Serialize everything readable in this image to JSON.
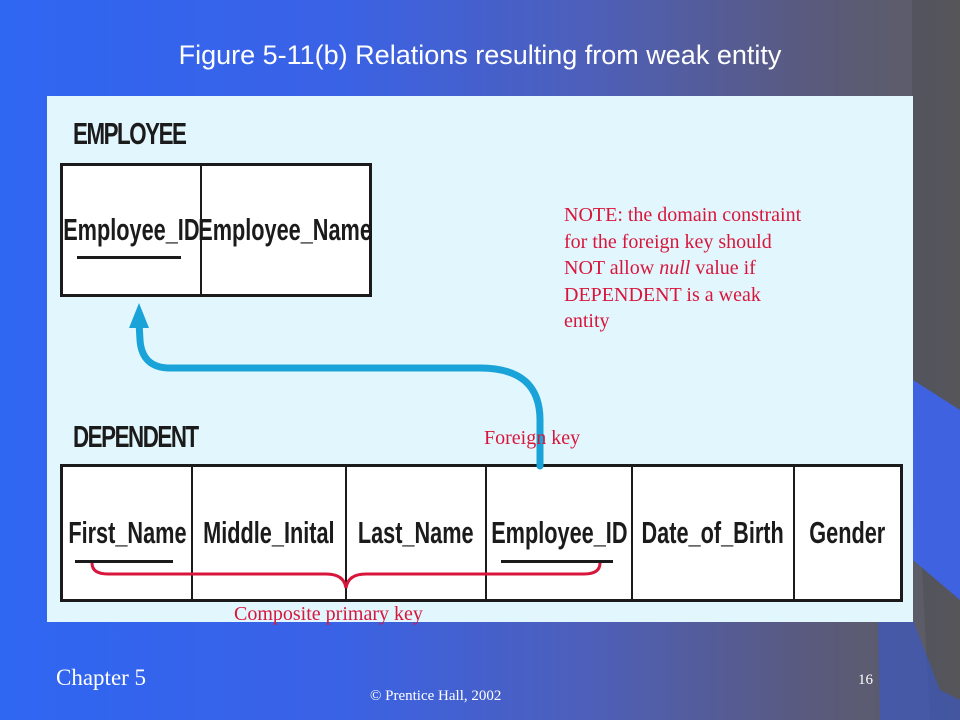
{
  "slide": {
    "title": "Figure 5-11(b) Relations resulting from weak entity",
    "chapter": "Chapter 5",
    "copyright": "© Prentice Hall, 2002",
    "page_number": "16"
  },
  "colors": {
    "background_left": "#2f66f2",
    "background_right": "#5d5d60",
    "panel": "#e1f7fd",
    "annotation_red": "#d8163c",
    "arrow_blue": "#1aa3d9"
  },
  "diagram": {
    "employee": {
      "name": "EMPLOYEE",
      "columns": [
        "Employee_ID",
        "Employee_Name"
      ],
      "primary_key": [
        "Employee_ID"
      ]
    },
    "dependent": {
      "name": "DEPENDENT",
      "columns": [
        "First_Name",
        "Middle_Inital",
        "Last_Name",
        "Employee_ID",
        "Date_of_Birth",
        "Gender"
      ],
      "primary_key": [
        "First_Name",
        "Employee_ID"
      ],
      "foreign_key": "Employee_ID"
    },
    "note_lines": [
      "NOTE: the domain constraint",
      "for the foreign key should",
      "NOT allow ",
      "null",
      " value if",
      "DEPENDENT is a weak",
      "entity"
    ],
    "foreign_key_label": "Foreign key",
    "composite_key_label": "Composite primary key"
  }
}
